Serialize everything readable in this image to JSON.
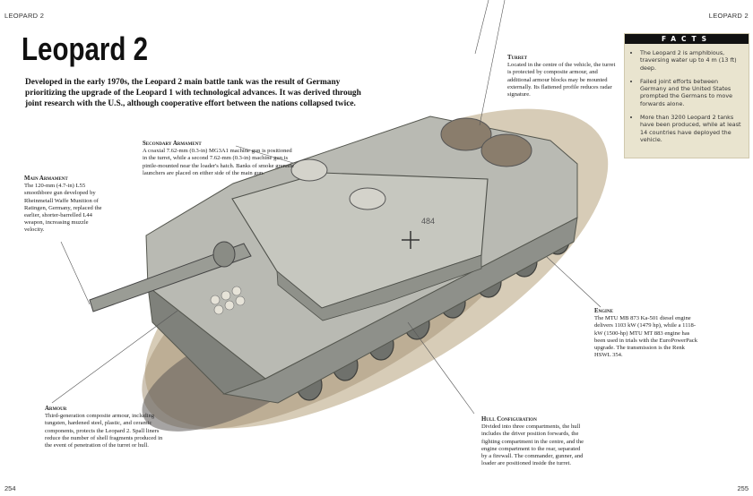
{
  "header": {
    "left_running_head": "LEOPARD 2",
    "right_running_head": "LEOPARD 2"
  },
  "title": "Leopard 2",
  "intro": "Developed in the early 1970s, the Leopard 2 main battle tank was the result of Germany prioritizing the upgrade of the Leopard 1 with technological advances. It was derived through joint research with the U.S., although cooperative effort between the nations collapsed twice.",
  "callouts": {
    "secondary_armament": {
      "heading": "Secondary Armament",
      "text": "A coaxial 7.62-mm (0.3-in) MG3A1 machine gun is positioned in the turret, while a second 7.62-mm (0.3-in) machine gun is pintle-mounted near the loader's hatch. Banks of smoke grenade launchers are placed on either side of the main gun."
    },
    "main_armament": {
      "heading": "Main Armament",
      "text": "The 120-mm (4.7-in) L55 smoothbore gun developed by Rheinmetall Waffe Munition of Ratingen, Germany, replaced the earlier, shorter-barrelled L44 weapon, increasing muzzle velocity."
    },
    "turret": {
      "heading": "Turret",
      "text": "Located in the centre of the vehicle, the turret is protected by composite armour, and additional armour blocks may be mounted externally. Its flattened profile reduces radar signature."
    },
    "engine": {
      "heading": "Engine",
      "text": "The MTU MB 873 Ka-501 diesel engine delivers 1103 kW (1479 hp), while a 1118-kW (1500-hp) MTU MT 883 engine has been used in trials with the EuroPowerPack upgrade. The transmission is the Renk HSWL 354."
    },
    "armour": {
      "heading": "Armour",
      "text": "Third-generation composite armour, including tungsten, hardened steel, plastic, and ceramic components, protects the Leopard 2. Spall liners reduce the number of shell fragments produced in the event of penetration of the turret or hull."
    },
    "hull": {
      "heading": "Hull Configuration",
      "text": "Divided into three compartments, the hull includes the driver position forwards, the fighting compartment in the centre, and the engine compartment to the rear, separated by a firewall. The commander, gunner, and loader are positioned inside the turret."
    }
  },
  "facts": {
    "heading": "FACTS",
    "items": [
      "The Leopard 2 is amphibious, traversing water up to 4 m (13 ft) deep.",
      "Failed joint efforts between Germany and the United States prompted the Germans to move forwards alone.",
      "More than 3200 Leopard 2 tanks have been produced, while at least 14 countries have deployed the vehicle."
    ]
  },
  "page_numbers": {
    "left": "254",
    "right": "255"
  },
  "illustration": {
    "hull_marking": "484"
  },
  "colors": {
    "facts_bg": "#e9e4cf",
    "facts_header": "#111111",
    "tank_grey": "#a9aba3",
    "dirt": "#b9a88c"
  }
}
